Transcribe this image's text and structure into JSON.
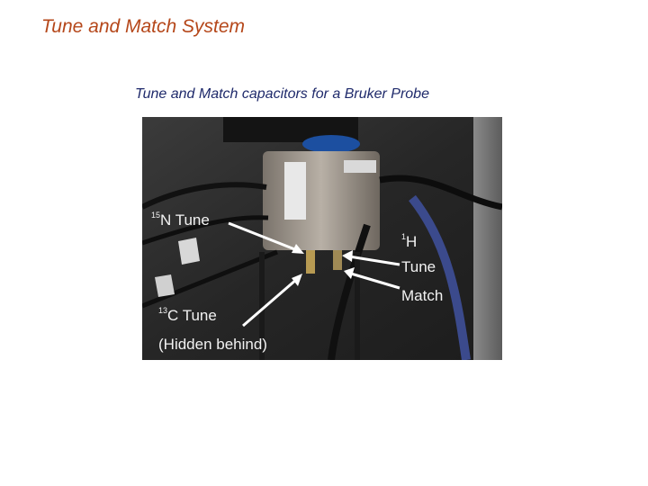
{
  "slide": {
    "title": "Tune and Match System",
    "caption": "Tune and Match capacitors for a Bruker Probe"
  },
  "labels": {
    "n15": {
      "sup": "15",
      "text": "N Tune"
    },
    "h1_iso": {
      "sup": "1",
      "text": "H"
    },
    "h1_tune": "Tune",
    "h1_match": "Match",
    "c13": {
      "sup": "13",
      "text": "C Tune"
    },
    "hidden": "(Hidden behind)"
  },
  "colors": {
    "title": "#b5471a",
    "caption": "#1f2a6b",
    "label": "#f2f2f2"
  }
}
